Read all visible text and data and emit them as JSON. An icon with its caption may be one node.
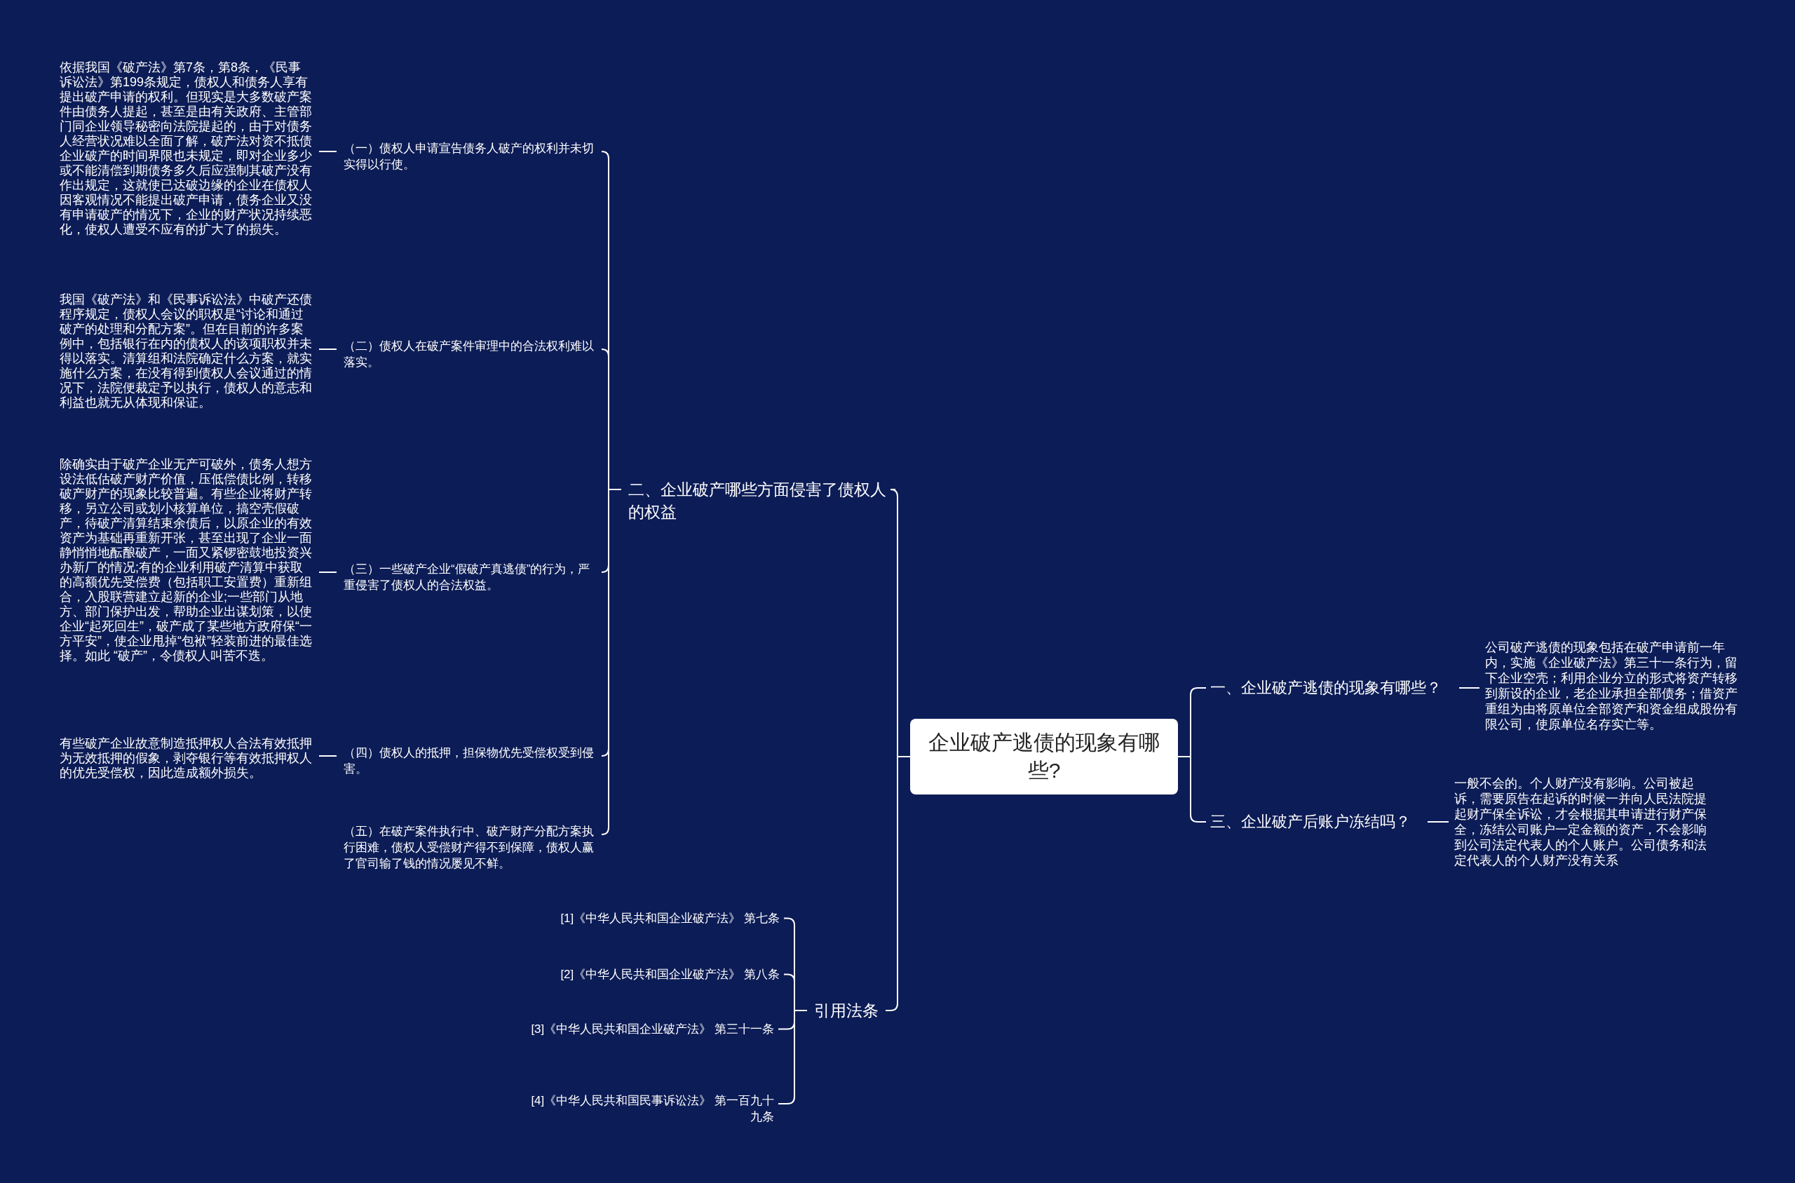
{
  "diagram": {
    "nodes": [
      {
        "text": [
          "企业破产逃债的现象有哪些?"
        ]
      },
      {
        "text": [
          "二、企业破产哪些方面侵害了债权人的权益"
        ]
      },
      {
        "text": [
          "（一）债权人申请宣告债务人破产的权利并未切实得以行使。"
        ]
      },
      {
        "text": [
          "依据我国《破产法》第7条，第8条，《民事诉讼法》第199条规定，债权人和债务人享有提出破产申请的权利。但现实是大多数破产案件由债务人提起，甚至是由有关政府、主管部门同企业领导秘密向法院提起的，由于对债务人经营状况难以全面了解，破产法对资不抵债企业破产的时间界限也未规定，即对企业多少或不能清偿到期债务多久后应强制其破产没有作出规定，这就使已达破边缘的企业在债权人因客观情况不能提出破产申请，债务企业又没有申请破产的情况下，企业的财产状况持续恶化，使权人遭受不应有的扩大了的损失。"
        ]
      },
      {
        "text": [
          "（二）债权人在破产案件审理中的合法权利难以落实。"
        ]
      },
      {
        "text": [
          "我国《破产法》和《民事诉讼法》中破产还债程序规定，债权人会议的职权是“讨论和通过破产的处理和分配方案”。但在目前的许多案例中，包括银行在内的债权人的该项职权并未得以落实。清算组和法院确定什么方案，就实施什么方案，在没有得到债权人会议通过的情况下，法院便裁定予以执行，债权人的意志和利益也就无从体现和保证。"
        ]
      },
      {
        "text": [
          "（三）一些破产企业“假破产真逃债”的行为，严重侵害了债权人的合法权益。"
        ]
      },
      {
        "text": [
          "除确实由于破产企业无产可破外，债务人想方设法低估破产财产价值，压低偿债比例，转移破产财产的现象比较普遍。有些企业将财产转移，另立公司或划小核算单位，搞空壳假破产，待破产清算结束余债后，以原企业的有效资产为基础再重新开张，甚至出现了企业一面静悄悄地酝酿破产，一面又紧锣密鼓地投资兴办新厂的情况;有的企业利用破产清算中获取的高额优先受偿费（包括职工安置费）重新组合，入股联营建立起新的企业;一些部门从地方、部门保护出发，帮助企业出谋划策，以使企业“起死回生”，破产成了某些地方政府保“一方平安”，使企业甩掉“包袱”轻装前进的最佳选择。如此 “破产”，令债权人叫苦不迭。"
        ]
      },
      {
        "text": [
          "（四）债权人的抵押，担保物优先受偿权受到侵害。"
        ]
      },
      {
        "text": [
          "有些破产企业故意制造抵押权人合法有效抵押为无效抵押的假象，剥夺银行等有效抵押权人的优先受偿权，因此造成额外损失。"
        ]
      },
      {
        "text": [
          "（五）在破产案件执行中、破产财产分配方案执行困难，债权人受偿财产得不到保障，债权人赢了官司输了钱的情况屡见不鲜。"
        ]
      },
      {
        "text": [
          "引用法条"
        ]
      },
      {
        "text": [
          "[1]《中华人民共和国企业破产法》 第七条"
        ]
      },
      {
        "text": [
          "[2]《中华人民共和国企业破产法》 第八条"
        ]
      },
      {
        "text": [
          "[3]《中华人民共和国企业破产法》 第三十一条"
        ]
      },
      {
        "text": [
          "[4]《中华人民共和国民事诉讼法》 第一百九十九条"
        ]
      },
      {
        "text": [
          "一、企业破产逃债的现象有哪些？"
        ]
      },
      {
        "text": [
          "公司破产逃债的现象包括在破产申请前一年内，实施《企业破产法》第三十一条行为，留下企业空壳；利用企业分立的形式将资产转移到新设的企业，老企业承担全部债务；借资产重组为由将原单位全部资产和资金组成股份有限公司，使原单位名存实亡等。"
        ]
      },
      {
        "text": [
          "三、企业破产后账户冻结吗？"
        ]
      },
      {
        "text": [
          "一般不会的。个人财产没有影响。公司被起诉，需要原告在起诉的时候一并向人民法院提起财产保全诉讼，才会根据其申请进行财产保全，冻结公司账户一定金额的资产，不会影响到公司法定代表人的个人账户。公司债务和法定代表人的个人财产没有关系"
        ]
      }
    ],
    "edges": [
      {
        "from": 0,
        "to": 1,
        "arrow": "none"
      },
      {
        "from": 1,
        "to": 2,
        "arrow": "none"
      },
      {
        "from": 2,
        "to": 3,
        "arrow": "none"
      },
      {
        "from": 1,
        "to": 4,
        "arrow": "none"
      },
      {
        "from": 4,
        "to": 5,
        "arrow": "none"
      },
      {
        "from": 1,
        "to": 6,
        "arrow": "none"
      },
      {
        "from": 6,
        "to": 7,
        "arrow": "none"
      },
      {
        "from": 1,
        "to": 8,
        "arrow": "none"
      },
      {
        "from": 8,
        "to": 9,
        "arrow": "none"
      },
      {
        "from": 1,
        "to": 10,
        "arrow": "none"
      },
      {
        "from": 0,
        "to": 11,
        "arrow": "none"
      },
      {
        "from": 11,
        "to": 12,
        "arrow": "none"
      },
      {
        "from": 11,
        "to": 13,
        "arrow": "none"
      },
      {
        "from": 11,
        "to": 14,
        "arrow": "none"
      },
      {
        "from": 11,
        "to": 15,
        "arrow": "none"
      },
      {
        "from": 0,
        "to": 16,
        "arrow": "none"
      },
      {
        "from": 16,
        "to": 17,
        "arrow": "none"
      },
      {
        "from": 0,
        "to": 18,
        "arrow": "none"
      },
      {
        "from": 18,
        "to": 19,
        "arrow": "none"
      }
    ]
  }
}
